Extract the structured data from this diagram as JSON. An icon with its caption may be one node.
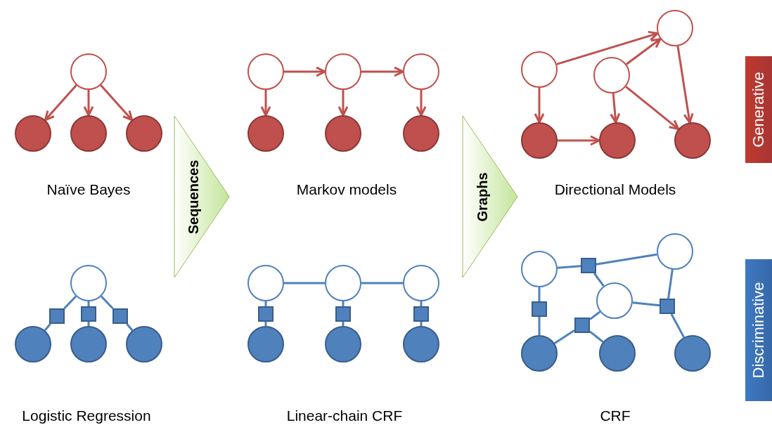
{
  "diagram": {
    "nodes": [
      {
        "text": [],
        "shape": "circle"
      },
      {
        "text": [],
        "shape": "circle"
      },
      {
        "text": [],
        "shape": "circle"
      },
      {
        "text": [],
        "shape": "circle"
      },
      {
        "text": [],
        "shape": "circle"
      },
      {
        "text": [],
        "shape": "circle"
      },
      {
        "text": [],
        "shape": "circle"
      },
      {
        "text": [],
        "shape": "circle"
      },
      {
        "text": [],
        "shape": "circle"
      },
      {
        "text": [],
        "shape": "circle"
      },
      {
        "text": [],
        "shape": "circle"
      },
      {
        "text": [],
        "shape": "circle"
      },
      {
        "text": [],
        "shape": "circle"
      },
      {
        "text": [],
        "shape": "circle"
      },
      {
        "text": [],
        "shape": "circle"
      },
      {
        "text": [],
        "shape": "circle"
      },
      {
        "text": [
          "Sequences"
        ]
      },
      {
        "text": [
          "Graphs"
        ]
      },
      {
        "text": [
          "Generative"
        ]
      },
      {
        "text": [],
        "shape": "circle"
      },
      {
        "text": [],
        "shape": "box"
      },
      {
        "text": [],
        "shape": "box"
      },
      {
        "text": [],
        "shape": "box"
      },
      {
        "text": [],
        "shape": "circle"
      },
      {
        "text": [],
        "shape": "circle"
      },
      {
        "text": [],
        "shape": "circle"
      },
      {
        "text": [],
        "shape": "circle"
      },
      {
        "text": [],
        "shape": "circle"
      },
      {
        "text": [],
        "shape": "circle"
      },
      {
        "text": [],
        "shape": "box"
      },
      {
        "text": [],
        "shape": "box"
      },
      {
        "text": [],
        "shape": "box"
      },
      {
        "text": [],
        "shape": "circle"
      },
      {
        "text": [],
        "shape": "circle"
      },
      {
        "text": [],
        "shape": "circle"
      },
      {
        "text": [],
        "shape": "circle"
      },
      {
        "text": [],
        "shape": "circle"
      },
      {
        "text": [],
        "shape": "circle"
      },
      {
        "text": [],
        "shape": "circle"
      },
      {
        "text": [],
        "shape": "circle"
      },
      {
        "text": [],
        "shape": "circle"
      },
      {
        "text": [],
        "shape": "box"
      },
      {
        "text": [],
        "shape": "box"
      },
      {
        "text": [],
        "shape": "box"
      },
      {
        "text": [],
        "shape": "box"
      },
      {
        "text": [
          "Discriminative"
        ]
      }
    ],
    "edges": [
      {
        "from": 0,
        "to": 1,
        "arrow": "to",
        "color": "#c0504d"
      },
      {
        "from": 0,
        "to": 2,
        "arrow": "to",
        "color": "#c0504d"
      },
      {
        "from": 0,
        "to": 3,
        "arrow": "to",
        "color": "#c0504d"
      },
      {
        "from": 4,
        "to": 5,
        "arrow": "to",
        "color": "#c0504d"
      },
      {
        "from": 5,
        "to": 6,
        "arrow": "to",
        "color": "#c0504d"
      },
      {
        "from": 4,
        "to": 7,
        "arrow": "to",
        "color": "#c0504d"
      },
      {
        "from": 5,
        "to": 8,
        "arrow": "to",
        "color": "#c0504d"
      },
      {
        "from": 6,
        "to": 9,
        "arrow": "to",
        "color": "#c0504d"
      },
      {
        "from": 10,
        "to": 12,
        "arrow": "to",
        "color": "#c0504d"
      },
      {
        "from": 11,
        "to": 12,
        "arrow": "to",
        "color": "#c0504d"
      },
      {
        "from": 10,
        "to": 13,
        "arrow": "to",
        "color": "#c0504d"
      },
      {
        "from": 11,
        "to": 14,
        "arrow": "to",
        "color": "#c0504d"
      },
      {
        "from": 11,
        "to": 15,
        "arrow": "to",
        "color": "#c0504d"
      },
      {
        "from": 12,
        "to": 15,
        "arrow": "to",
        "color": "#c0504d"
      },
      {
        "from": 13,
        "to": 14,
        "arrow": "to",
        "color": "#c0504d"
      },
      {
        "from": 19,
        "to": 20,
        "arrow": "none"
      },
      {
        "from": 19,
        "to": 21,
        "arrow": "none"
      },
      {
        "from": 19,
        "to": 22,
        "arrow": "none"
      },
      {
        "from": 20,
        "to": 23,
        "arrow": "none"
      },
      {
        "from": 21,
        "to": 24,
        "arrow": "none"
      },
      {
        "from": 22,
        "to": 25,
        "arrow": "none"
      },
      {
        "from": 26,
        "to": 27,
        "arrow": "none"
      },
      {
        "from": 27,
        "to": 28,
        "arrow": "none"
      },
      {
        "from": 26,
        "to": 29,
        "arrow": "none"
      },
      {
        "from": 27,
        "to": 30,
        "arrow": "none"
      },
      {
        "from": 28,
        "to": 31,
        "arrow": "none"
      },
      {
        "from": 29,
        "to": 32,
        "arrow": "none"
      },
      {
        "from": 30,
        "to": 33,
        "arrow": "none"
      },
      {
        "from": 31,
        "to": 34,
        "arrow": "none"
      },
      {
        "from": 35,
        "to": 41,
        "arrow": "none"
      },
      {
        "from": 41,
        "to": 36,
        "arrow": "none"
      },
      {
        "from": 41,
        "to": 37,
        "arrow": "none"
      },
      {
        "from": 35,
        "to": 42,
        "arrow": "none"
      },
      {
        "from": 42,
        "to": 38,
        "arrow": "none"
      },
      {
        "from": 38,
        "to": 43,
        "arrow": "none"
      },
      {
        "from": 43,
        "to": 39,
        "arrow": "none"
      },
      {
        "from": 43,
        "to": 37,
        "arrow": "none"
      },
      {
        "from": 37,
        "to": 44,
        "arrow": "none"
      },
      {
        "from": 44,
        "to": 36,
        "arrow": "none"
      },
      {
        "from": 44,
        "to": 40,
        "arrow": "none"
      }
    ],
    "labels": [
      "Naïve Bayes",
      "Markov models",
      "Directional Models",
      "Logistic Regression",
      "Linear-chain CRF",
      "CRF"
    ]
  }
}
